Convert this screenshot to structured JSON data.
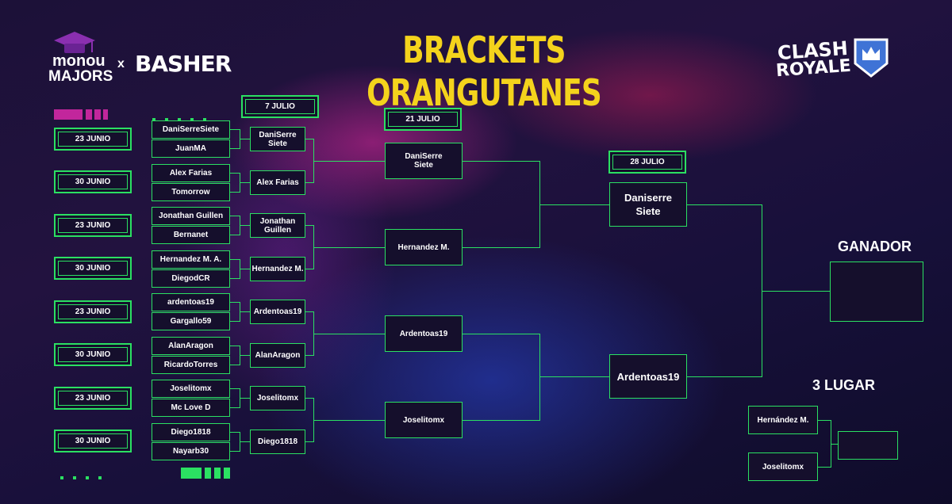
{
  "header": {
    "title": "BRACKETS ORANGUTANES",
    "logo_monou": "monou",
    "logo_majors": "MAJORS",
    "logo_x": "x",
    "logo_basher": "BASHER",
    "logo_clash": "CLASH",
    "logo_royale": "ROYALE"
  },
  "dates": {
    "group": [
      "23 JUNIO",
      "30 JUNIO",
      "23 JUNIO",
      "30 JUNIO",
      "23 JUNIO",
      "30 JUNIO",
      "23 JUNIO",
      "30 JUNIO"
    ],
    "round2": "7 JULIO",
    "semis": "21 JULIO",
    "final": "28 JULIO"
  },
  "round1": [
    "DaniSerreSiete",
    "JuanMA",
    "Alex Farias",
    "Tomorrow",
    "Jonathan Guillen",
    "Bernanet",
    "Hernandez M. A.",
    "DiegodCR",
    "ardentoas19",
    "Gargallo59",
    "AlanAragon",
    "RicardoTorres",
    "Joselitomx",
    "Mc Love D",
    "Diego1818",
    "Nayarb30"
  ],
  "round2": [
    "DaniSerre\nSiete",
    "Alex Farias",
    "Jonathan\nGuillen",
    "Hernandez M.",
    "Ardentoas19",
    "AlanAragon",
    "Joselitomx",
    "Diego1818"
  ],
  "round3": [
    "DaniSerre\nSiete",
    "Hernandez M.",
    "Ardentoas19",
    "Joselitomx"
  ],
  "round4": [
    "Daniserre\nSiete",
    "Ardentoas19"
  ],
  "winner": {
    "label": "GANADOR",
    "name": ""
  },
  "third": {
    "label": "3 LUGAR",
    "players": [
      "Hernández M.",
      "Joselitomx"
    ],
    "name": ""
  },
  "colors": {
    "accent": "#2be062",
    "title": "#f4d31c",
    "magenta": "#c2269c"
  }
}
